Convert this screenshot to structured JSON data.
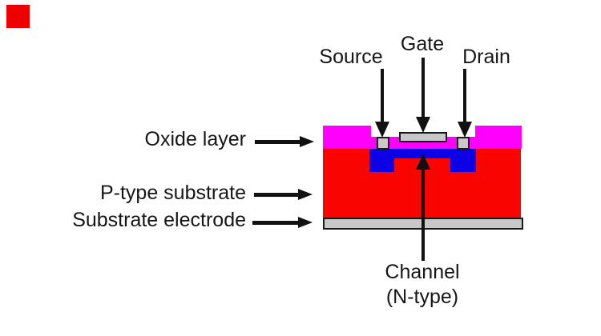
{
  "diagram": {
    "kind": "MOSFET cross-section",
    "top_labels": {
      "source": "Source",
      "gate": "Gate",
      "drain": "Drain"
    },
    "left_labels": {
      "oxide": "Oxide layer",
      "substrate": "P-type substrate",
      "electrode": "Substrate electrode"
    },
    "bottom_label": {
      "line1": "Channel",
      "line2": "(N-type)"
    },
    "colors": {
      "oxide_layer": "#FF00FF",
      "p_substrate": "#FA0400",
      "n_region": "#0D00E6",
      "metal": "#C8C8C8",
      "outline": "#1A1A1A",
      "arrow": "#111111",
      "background": "#FFFFFF",
      "corner_artifact": "#EE0000"
    }
  }
}
